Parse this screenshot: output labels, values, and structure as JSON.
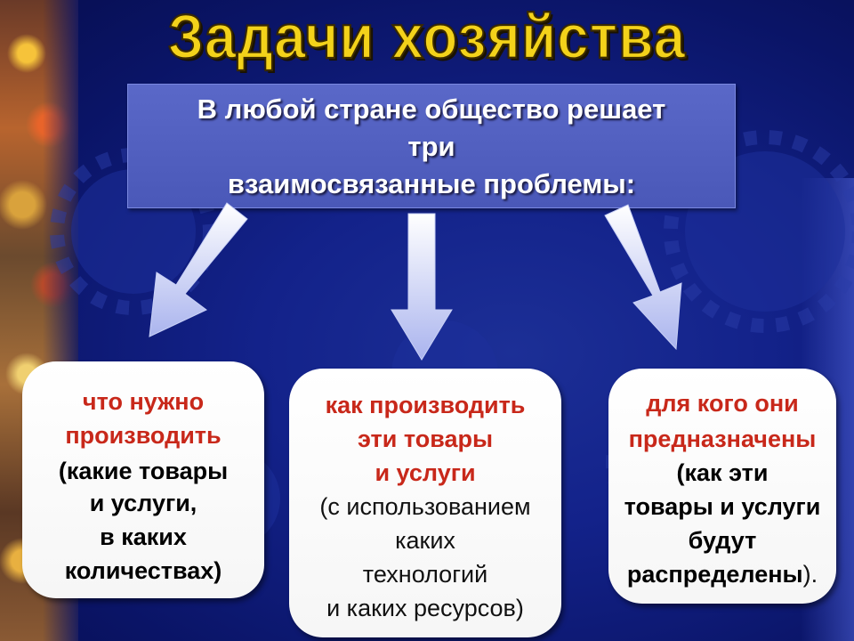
{
  "title": "Задачи хозяйства",
  "intro": {
    "line1": "В любой стране общество решает",
    "line2": "три",
    "line3": "взаимосвязанные проблемы:"
  },
  "colors": {
    "background": "#13228a",
    "title": "#f3d21a",
    "header_box": "#5060c0",
    "accent_red": "#c8281a"
  },
  "cards": [
    {
      "line1": "что нужно",
      "line2": "производить",
      "line3": "(какие товары",
      "line4": "и услуги,",
      "line5": "в каких",
      "line6": "количествах)"
    },
    {
      "line1": "как производить",
      "line2": "эти товары",
      "line3": "и услуги",
      "line4": "(с использованием",
      "line5": "каких",
      "line6": "технологий",
      "line7": "и каких ресурсов)"
    },
    {
      "line1": "для кого они",
      "line2": "предназначены",
      "line3": "(как эти",
      "line4": "товары и услуги",
      "line5": "будут",
      "line6_bold": "распределены",
      "line6_tail": ")."
    }
  ]
}
